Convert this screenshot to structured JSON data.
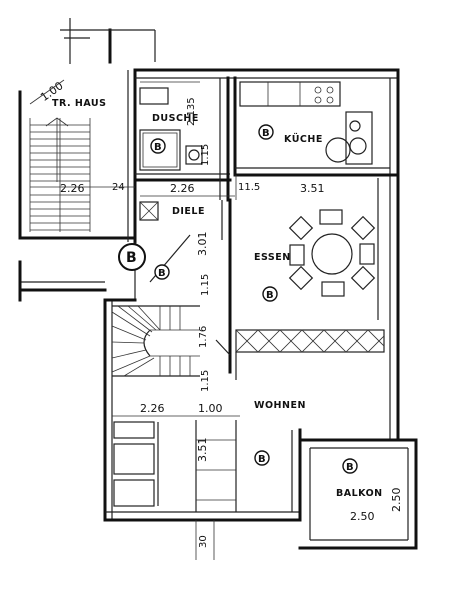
{
  "rooms": {
    "tr_haus": "TR. HAUS",
    "dusche": "DUSCHE",
    "kueche": "KÜCHE",
    "diele": "DIELE",
    "essen": "ESSEN",
    "wohnen": "WOHNEN",
    "balkon": "BALKON"
  },
  "dimensions": {
    "d_1_00_top": "1.00",
    "d_2_135": "2.135",
    "d_1_15_a": "1.15",
    "d_2_26_stair": "2.26",
    "d_24": "24",
    "d_2_26_diele": "2.26",
    "d_11_5": "11.5",
    "d_3_51_kueche": "3.51",
    "d_3_01": "3.01",
    "d_1_15_b": "1.15",
    "d_1_76": "1.76",
    "d_1_15_c": "1.15",
    "d_2_26_wohnen": "2.26",
    "d_1_00_wohnen": "1.00",
    "d_3_51_wohnen": "3.51",
    "d_30": "30",
    "d_2_50_balkon_w": "2.50",
    "d_2_50_balkon_h": "2.50"
  },
  "markers": {
    "b_label": "B",
    "b_big": "B"
  }
}
